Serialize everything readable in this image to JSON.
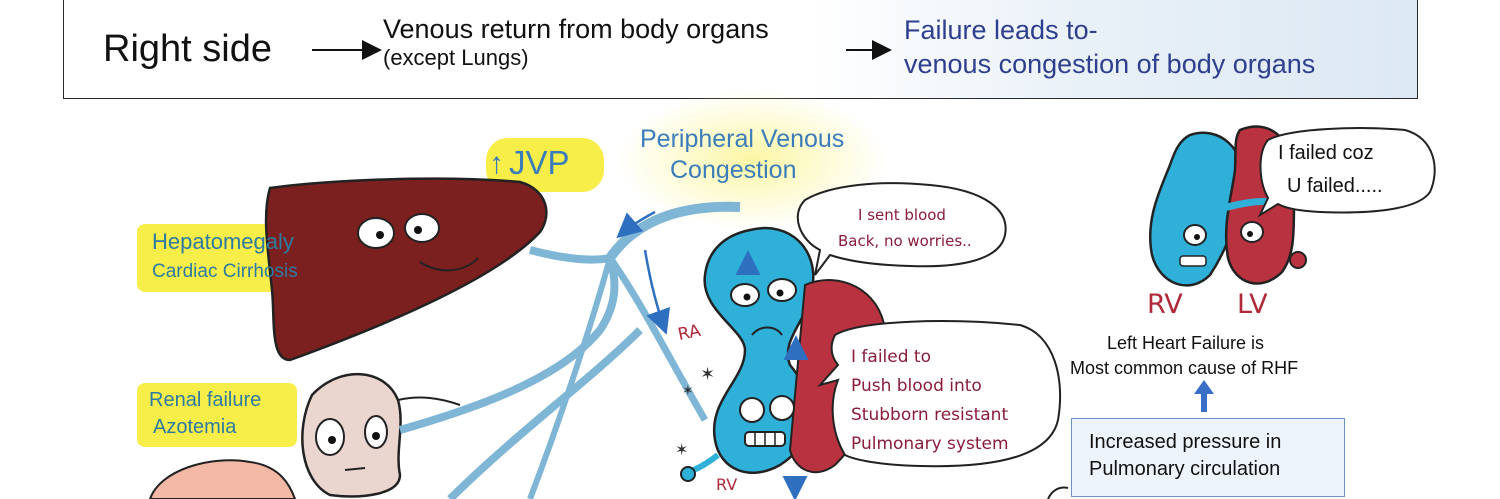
{
  "header": {
    "right_side": "Right side",
    "venous_return_line1": "Venous return from body organs",
    "venous_return_line2": "(except Lungs)",
    "failure_line1": "Failure leads to-",
    "failure_line2": "venous congestion of body organs"
  },
  "labels": {
    "jvp": "JVP",
    "jvp_arrow": "↑",
    "peripheral_line1": "Peripheral Venous",
    "peripheral_line2": "Congestion",
    "hepatomegaly": "Hepatomegaly",
    "cardiac_cirrhosis": "Cardiac Cirrhosis",
    "renal_failure": "Renal failure",
    "azotemia": "Azotemia",
    "ra": "RA",
    "rv_small": "RV",
    "rv": "RV",
    "lv": "LV"
  },
  "bubbles": {
    "sent_line1": "I sent blood",
    "sent_line2": "Back, no worries..",
    "failed_line1": "I failed to",
    "failed_line2": "Push blood into",
    "failed_line3": "Stubborn resistant",
    "failed_line4": "Pulmonary system",
    "lv_line1": "I failed coz",
    "lv_line2": "U failed....."
  },
  "notes": {
    "lhf_line1": "Left Heart Failure is",
    "lhf_line2": "Most common cause of RHF",
    "pressure_line1": "Increased pressure in",
    "pressure_line2": "Pulmonary circulation"
  },
  "colors": {
    "right_heart_blue": "#2eb0d8",
    "left_heart_red": "#b8323f",
    "liver": "#7c1f1f",
    "highlight": "#f7ee4a",
    "header_blue_text": "#2f3f8f"
  }
}
